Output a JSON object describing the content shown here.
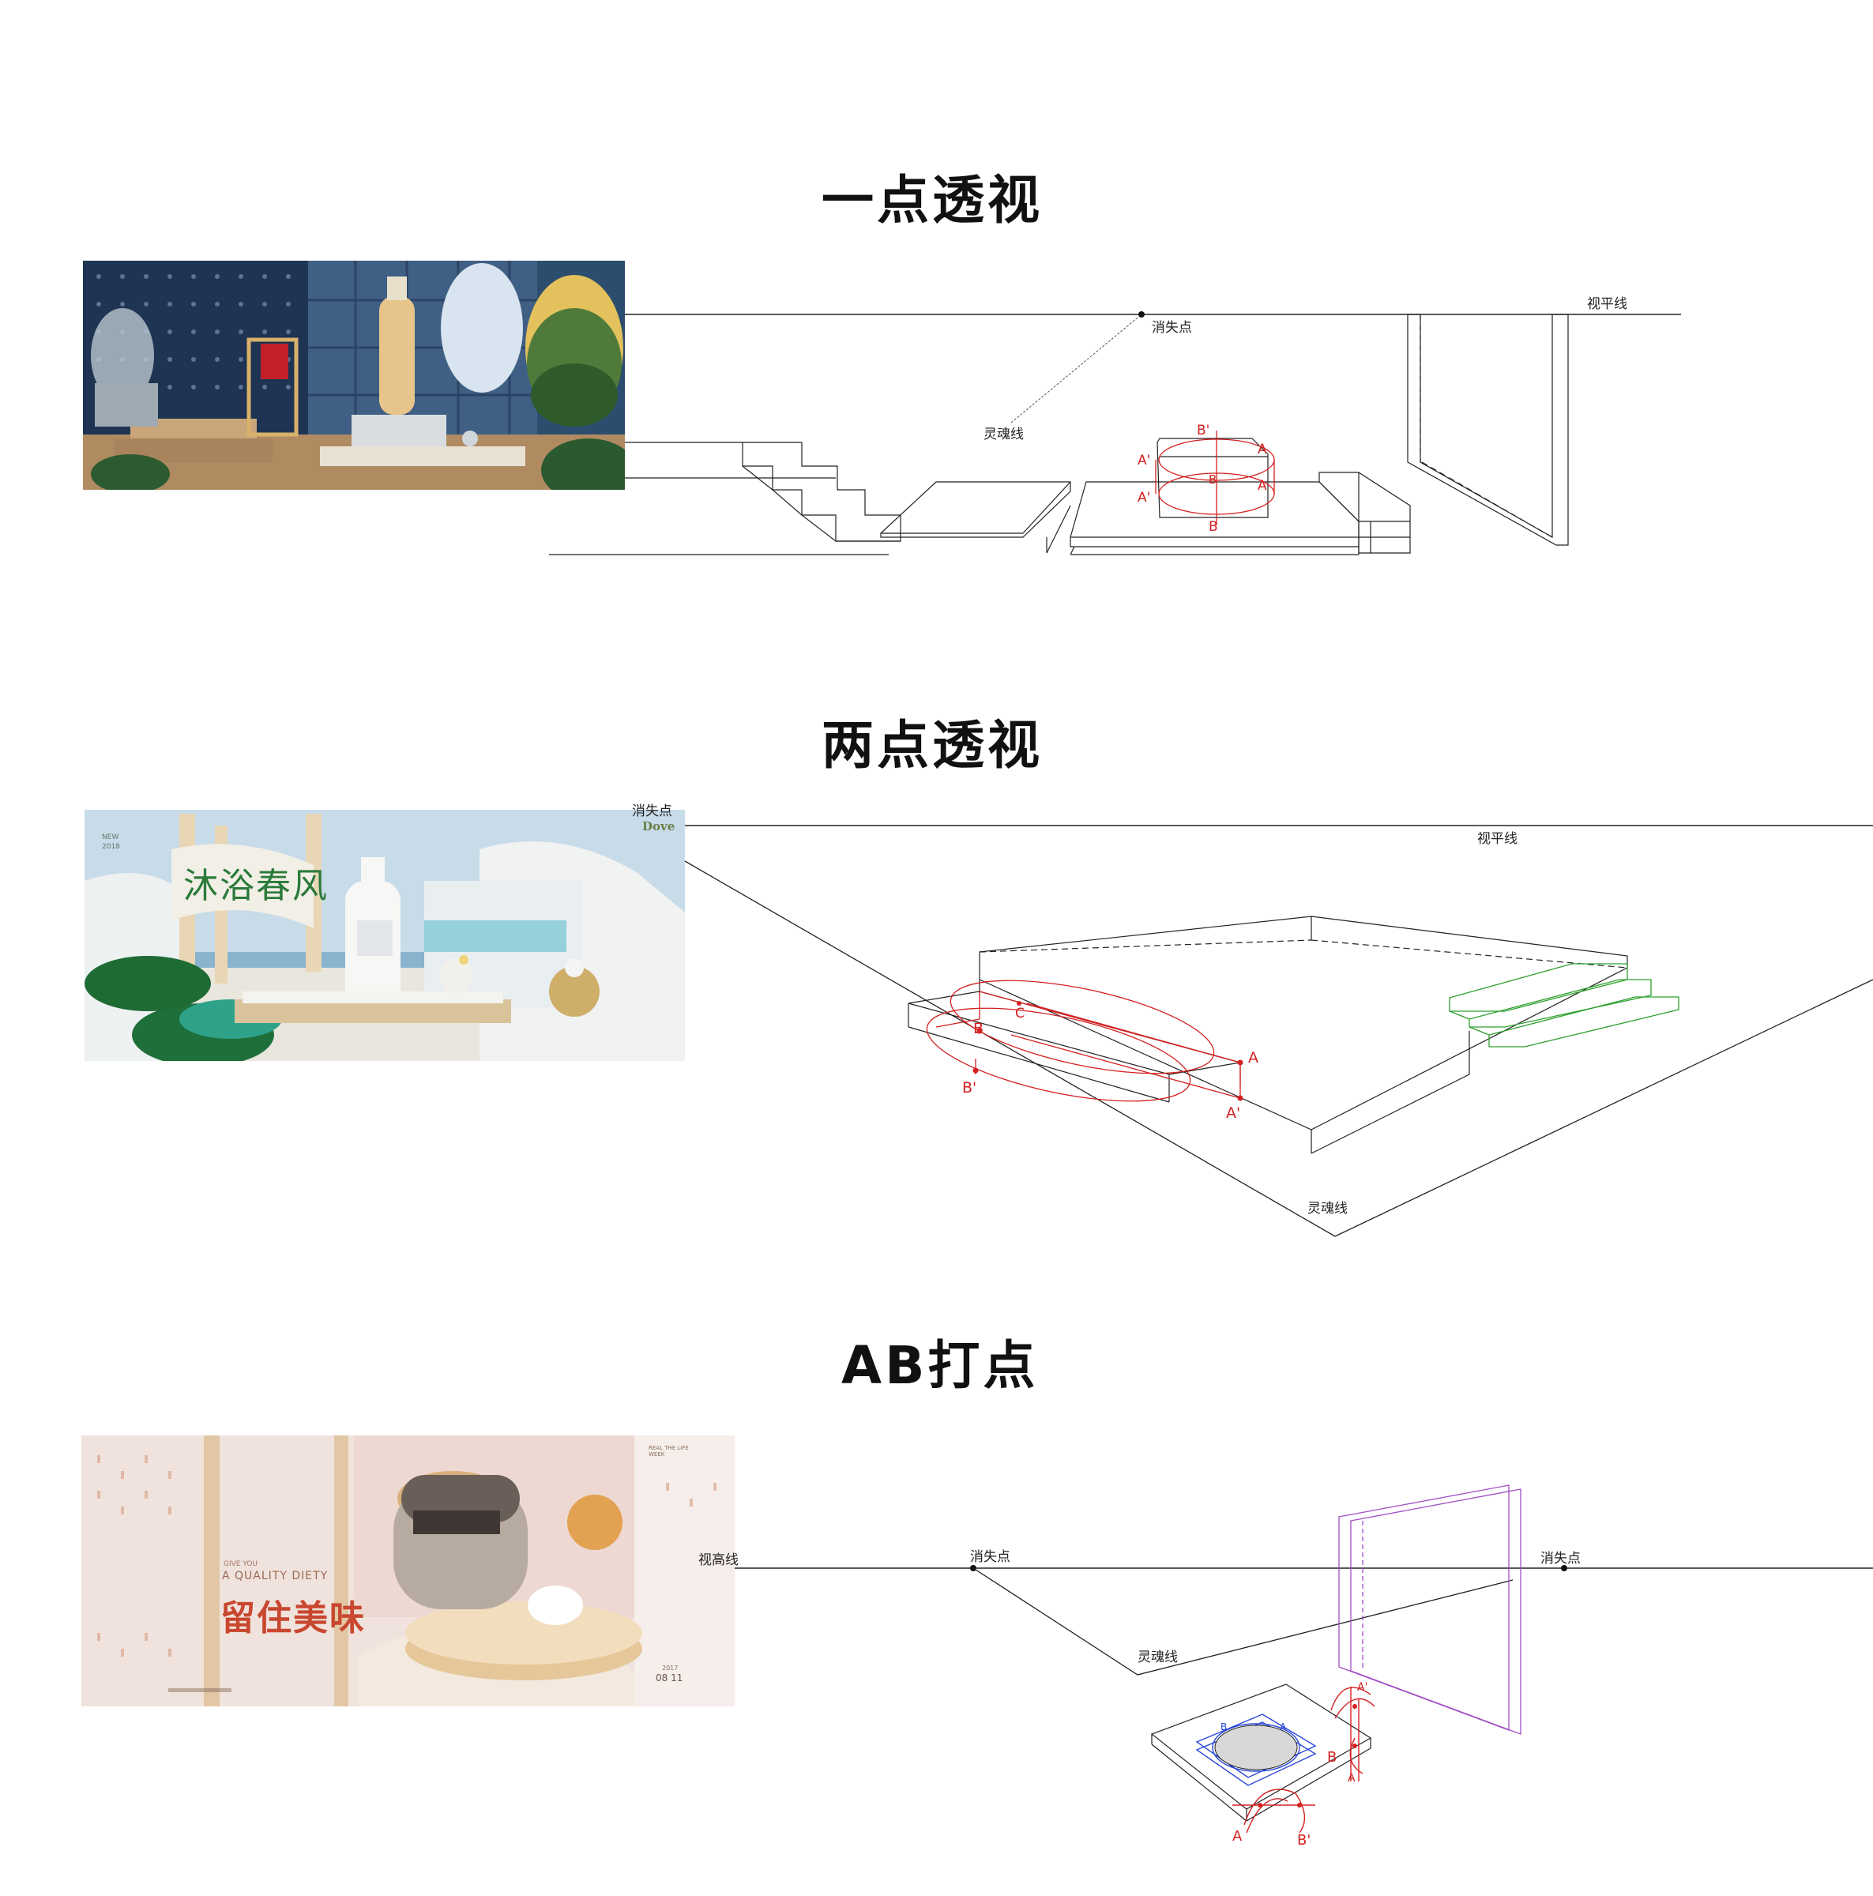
{
  "sections": [
    {
      "title": "一点透视",
      "labels": {
        "horizon": "视平线",
        "vanishing_point": "消失点",
        "soul_line": "灵魂线"
      }
    },
    {
      "title": "两点透视",
      "labels": {
        "horizon": "视平线",
        "vanishing_point": "消失点",
        "soul_line": "灵魂线"
      },
      "banner_texts": {
        "brand": "Dove",
        "headline": "沐浴春风",
        "new_tag": "NEW",
        "year": "2018"
      }
    },
    {
      "title": "AB打点",
      "labels": {
        "horizon": "视高线",
        "vanishing_point_left": "消失点",
        "vanishing_point_right": "消失点",
        "soul_line": "灵魂线"
      },
      "banner_texts": {
        "give": "GIVE YOU",
        "quality": "A QUALITY DIETY",
        "headline": "留住美味",
        "date_year": "2017",
        "date": "08 11",
        "top_right": "REAL THE LIFE WEEK"
      }
    }
  ],
  "point_labels": {
    "a": "A",
    "a_prime": "A'",
    "b": "B",
    "b_prime": "B'",
    "c": "C"
  },
  "colors": {
    "construction_red": "#d42020",
    "stair_green": "#2fa02f",
    "wall_purple": "#a24fc4",
    "box_blue": "#2846d8"
  }
}
